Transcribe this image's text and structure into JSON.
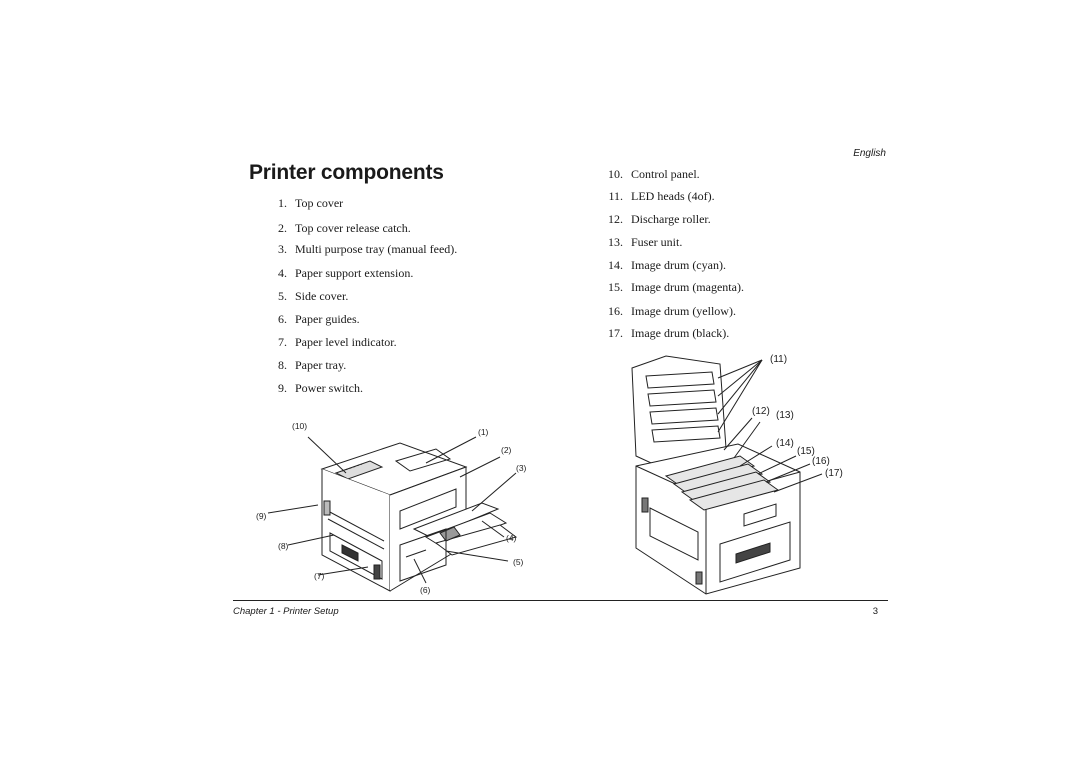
{
  "header": {
    "language": "English"
  },
  "section": {
    "title": "Printer components"
  },
  "components_left": [
    {
      "num": "1.",
      "label": "Top cover"
    },
    {
      "num": "2.",
      "label": "Top cover release catch."
    },
    {
      "num": "3.",
      "label": "Multi purpose tray (manual feed)."
    },
    {
      "num": "4.",
      "label": "Paper support extension."
    },
    {
      "num": "5.",
      "label": "Side cover."
    },
    {
      "num": "6.",
      "label": "Paper guides."
    },
    {
      "num": "7.",
      "label": "Paper level indicator."
    },
    {
      "num": "8.",
      "label": "Paper tray."
    },
    {
      "num": "9.",
      "label": "Power switch."
    }
  ],
  "components_right": [
    {
      "num": "10.",
      "label": "Control panel."
    },
    {
      "num": "11.",
      "label": "LED heads (4of)."
    },
    {
      "num": "12.",
      "label": "Discharge roller."
    },
    {
      "num": "13.",
      "label": "Fuser unit."
    },
    {
      "num": "14.",
      "label": "Image drum (cyan)."
    },
    {
      "num": "15.",
      "label": "Image drum (magenta)."
    },
    {
      "num": "16.",
      "label": "Image drum (yellow)."
    },
    {
      "num": "17.",
      "label": "Image drum (black)."
    }
  ],
  "figure_closed": {
    "callouts": [
      "(10)",
      "(1)",
      "(2)",
      "(3)",
      "(9)",
      "(4)",
      "(8)",
      "(5)",
      "(7)",
      "(6)"
    ]
  },
  "figure_open": {
    "callouts": [
      "(11)",
      "(12)",
      "(13)",
      "(14)",
      "(15)",
      "(16)",
      "(17)"
    ]
  },
  "footer": {
    "chapter": "Chapter 1 - Printer Setup",
    "page": "3"
  }
}
